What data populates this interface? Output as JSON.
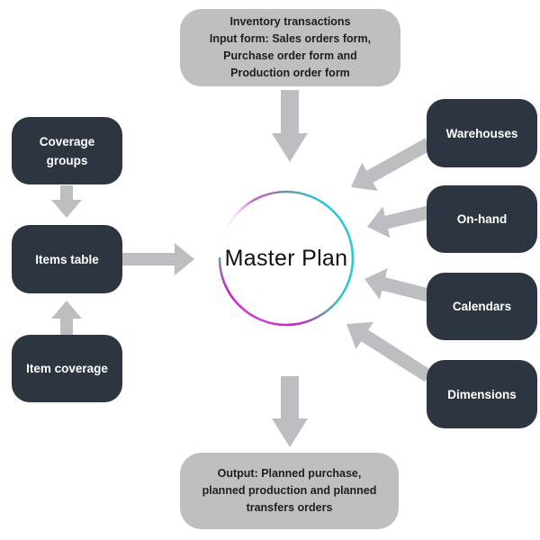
{
  "diagram": {
    "title": "Master Plan",
    "colors": {
      "dark_box": "#2d3540",
      "grey_box": "#bfbfbf",
      "arrow": "#bcbec1",
      "ring_start": "#c81ec8",
      "ring_end": "#2fc7d6"
    },
    "center": {
      "label": "Master Plan"
    },
    "inputs_top": {
      "label": "Inventory transactions\nInput form: Sales orders form,\nPurchase order form and\nProduction order form"
    },
    "output_bottom": {
      "label": "Output: Planned purchase,\nplanned production and planned\ntransfers orders"
    },
    "left_nodes": [
      {
        "id": "coverage-groups",
        "label": "Coverage\ngroups"
      },
      {
        "id": "items-table",
        "label": "Items table"
      },
      {
        "id": "item-coverage",
        "label": "Item coverage"
      }
    ],
    "right_nodes": [
      {
        "id": "warehouses",
        "label": "Warehouses"
      },
      {
        "id": "on-hand",
        "label": "On-hand"
      },
      {
        "id": "calendars",
        "label": "Calendars"
      },
      {
        "id": "dimensions",
        "label": "Dimensions"
      }
    ],
    "edges": [
      {
        "from": "inputs_top",
        "to": "center"
      },
      {
        "from": "center",
        "to": "output_bottom"
      },
      {
        "from": "coverage-groups",
        "to": "items-table"
      },
      {
        "from": "item-coverage",
        "to": "items-table"
      },
      {
        "from": "items-table",
        "to": "center"
      },
      {
        "from": "warehouses",
        "to": "center"
      },
      {
        "from": "on-hand",
        "to": "center"
      },
      {
        "from": "calendars",
        "to": "center"
      },
      {
        "from": "dimensions",
        "to": "center"
      }
    ]
  }
}
